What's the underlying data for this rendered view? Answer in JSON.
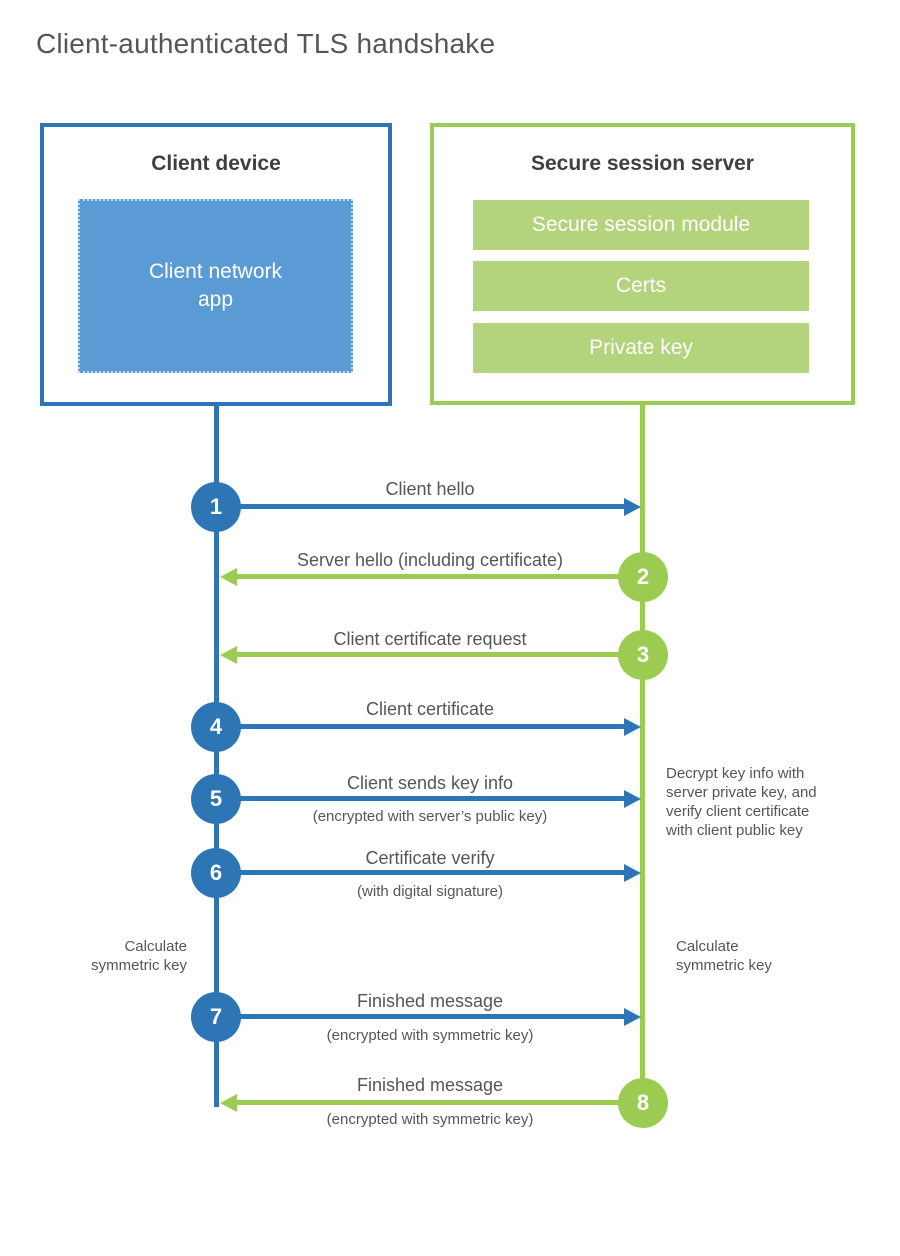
{
  "title": "Client-authenticated TLS handshake",
  "colors": {
    "blue_accent": "#2e75b6",
    "blue_fill": "#5b9bd5",
    "green_accent": "#9ccb52",
    "green_fill": "#b3d37c",
    "text": "#55565a",
    "heading": "#3e3f41"
  },
  "client_box": {
    "title": "Client device",
    "app_label": "Client network\napp"
  },
  "server_box": {
    "title": "Secure session server",
    "modules": [
      "Secure session module",
      "Certs",
      "Private key"
    ]
  },
  "steps": [
    {
      "num": "1",
      "from": "client",
      "direction": "right",
      "label": "Client hello",
      "sub": ""
    },
    {
      "num": "2",
      "from": "server",
      "direction": "left",
      "label": "Server hello (including certificate)",
      "sub": ""
    },
    {
      "num": "3",
      "from": "server",
      "direction": "left",
      "label": "Client certificate request",
      "sub": ""
    },
    {
      "num": "4",
      "from": "client",
      "direction": "right",
      "label": "Client certificate",
      "sub": ""
    },
    {
      "num": "5",
      "from": "client",
      "direction": "right",
      "label": "Client sends key info",
      "sub": "(encrypted with server’s public key)"
    },
    {
      "num": "6",
      "from": "client",
      "direction": "right",
      "label": "Certificate verify",
      "sub": "(with digital signature)"
    },
    {
      "num": "7",
      "from": "client",
      "direction": "right",
      "label": "Finished message",
      "sub": "(encrypted with symmetric key)"
    },
    {
      "num": "8",
      "from": "server",
      "direction": "left",
      "label": "Finished message",
      "sub": "(encrypted with symmetric key)"
    }
  ],
  "annotations": {
    "left_note": "Calculate\nsymmetric key",
    "right_note": "Calculate\nsymmetric key",
    "decrypt_note": "Decrypt key info with\nserver private key, and\nverify client certificate\nwith client public key"
  }
}
